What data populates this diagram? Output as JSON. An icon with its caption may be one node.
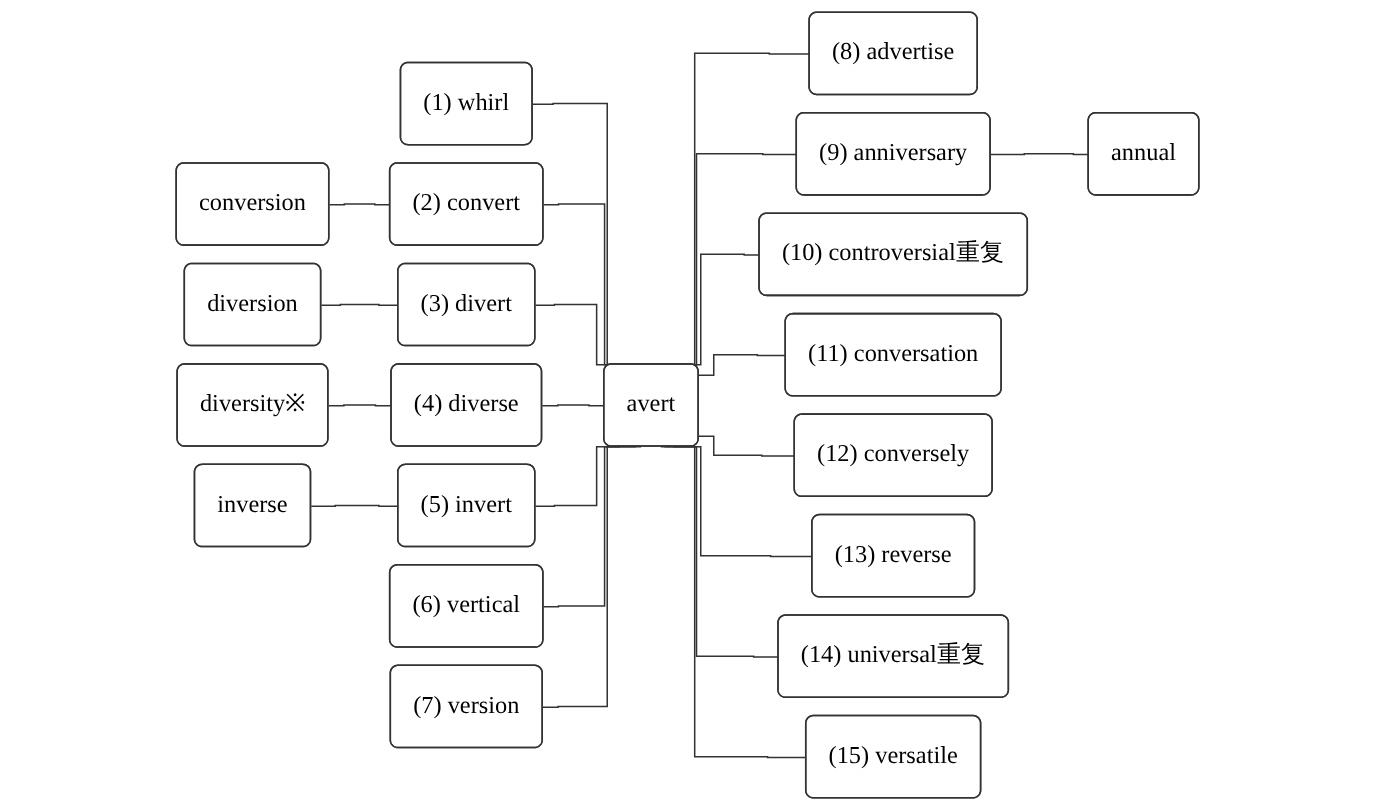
{
  "diagram": {
    "nodes": [
      {
        "text": [
          "avert"
        ]
      },
      {
        "text": [
          "(1) whirl"
        ]
      },
      {
        "text": [
          "(2) convert"
        ]
      },
      {
        "text": [
          "(3) divert"
        ]
      },
      {
        "text": [
          "(4) diverse"
        ]
      },
      {
        "text": [
          "(5) invert"
        ]
      },
      {
        "text": [
          "(6) vertical"
        ]
      },
      {
        "text": [
          "(7) version"
        ]
      },
      {
        "text": [
          "(8) advertise"
        ]
      },
      {
        "text": [
          "(9) anniversary"
        ]
      },
      {
        "text": [
          "(10) controversial重复"
        ]
      },
      {
        "text": [
          "(11) conversation"
        ]
      },
      {
        "text": [
          "(12) conversely"
        ]
      },
      {
        "text": [
          "(13) reverse"
        ]
      },
      {
        "text": [
          "(14) universal重复"
        ]
      },
      {
        "text": [
          "(15) versatile"
        ]
      },
      {
        "text": [
          "conversion"
        ]
      },
      {
        "text": [
          "diversion"
        ]
      },
      {
        "text": [
          "diversity※"
        ]
      },
      {
        "text": [
          "inverse"
        ]
      },
      {
        "text": [
          "annual"
        ]
      }
    ],
    "edges": [
      {
        "from": 1,
        "to": 0,
        "arrow": "none"
      },
      {
        "from": 2,
        "to": 0,
        "arrow": "none"
      },
      {
        "from": 3,
        "to": 0,
        "arrow": "none"
      },
      {
        "from": 4,
        "to": 0,
        "arrow": "none"
      },
      {
        "from": 5,
        "to": 0,
        "arrow": "none"
      },
      {
        "from": 6,
        "to": 0,
        "arrow": "none"
      },
      {
        "from": 7,
        "to": 0,
        "arrow": "none"
      },
      {
        "from": 0,
        "to": 15,
        "arrow": "none"
      },
      {
        "from": 0,
        "to": 14,
        "arrow": "none"
      },
      {
        "from": 0,
        "to": 13,
        "arrow": "none"
      },
      {
        "from": 0,
        "to": 12,
        "arrow": "none"
      },
      {
        "from": 0,
        "to": 11,
        "arrow": "none"
      },
      {
        "from": 0,
        "to": 10,
        "arrow": "none"
      },
      {
        "from": 0,
        "to": 9,
        "arrow": "none"
      },
      {
        "from": 0,
        "to": 8,
        "arrow": "none"
      },
      {
        "from": 16,
        "to": 2,
        "arrow": "none"
      },
      {
        "from": 17,
        "to": 3,
        "arrow": "none"
      },
      {
        "from": 18,
        "to": 4,
        "arrow": "none"
      },
      {
        "from": 19,
        "to": 5,
        "arrow": "none"
      },
      {
        "from": 9,
        "to": 20,
        "arrow": "none"
      }
    ]
  }
}
